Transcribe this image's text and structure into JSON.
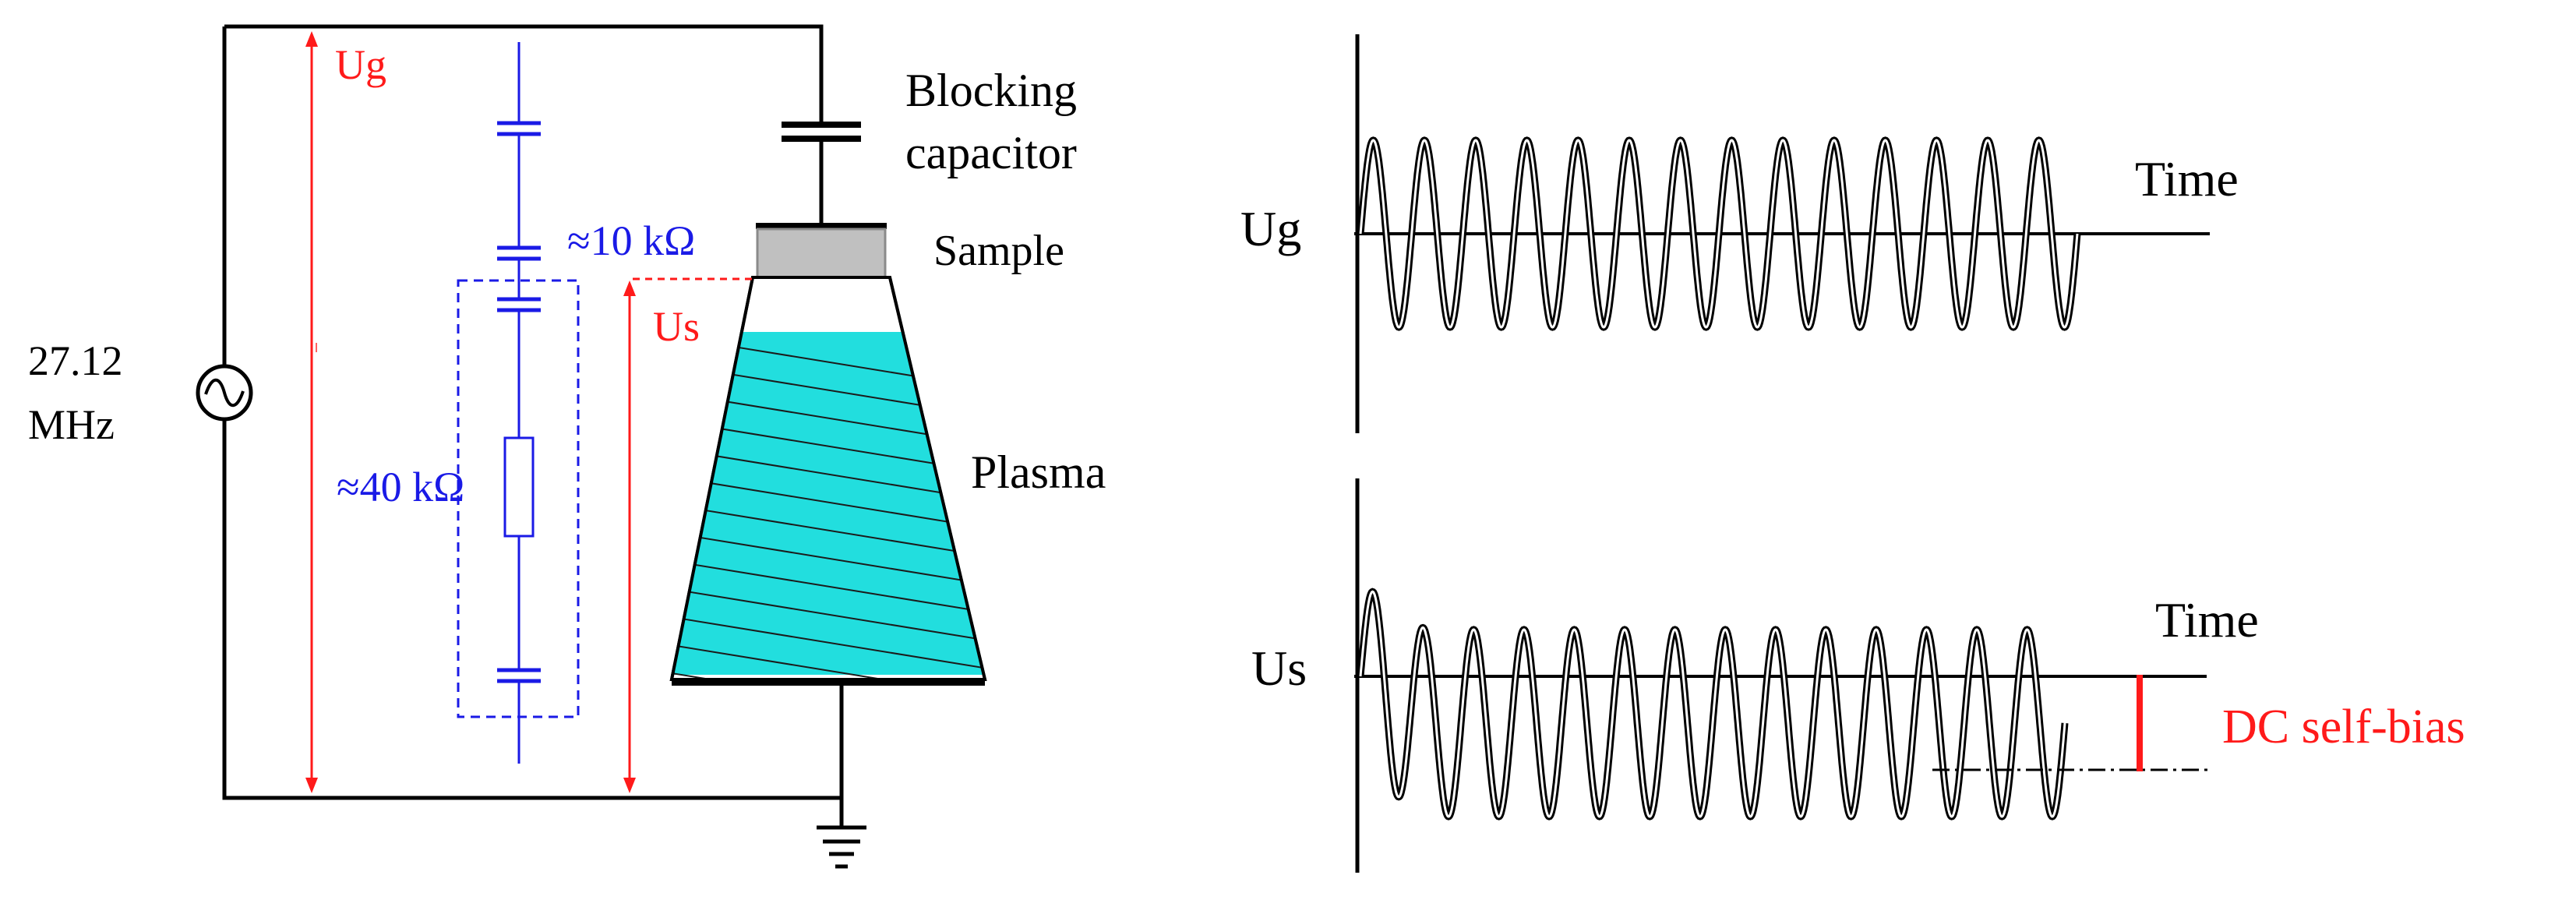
{
  "circuit": {
    "source": {
      "frequency_value": "27.12",
      "frequency_unit": "MHz",
      "icon": "ac-source-icon"
    },
    "labels": {
      "ug": "Ug",
      "us": "Us",
      "blocking_capacitor_line1": "Blocking",
      "blocking_capacitor_line2": "capacitor",
      "sample": "Sample",
      "plasma": "Plasma"
    },
    "resistances": {
      "sheath_capacitive": "≈10 kΩ",
      "bulk_resistive": "≈40 kΩ"
    },
    "colors": {
      "wire": "#000000",
      "voltage_arrow": "#ff1a1a",
      "equivalent_circuit": "#1a1ae6",
      "plasma_fill": "#22dede",
      "sample_fill": "#c0c0c0"
    }
  },
  "waveforms": {
    "ug": {
      "axis_label": "Ug",
      "time_label": "Time",
      "cycles": 14,
      "dc_offset": 0
    },
    "us": {
      "axis_label": "Us",
      "time_label": "Time",
      "cycles": 14,
      "dc_offset": -0.5
    },
    "dc_bias_label": "DC self-bias"
  }
}
